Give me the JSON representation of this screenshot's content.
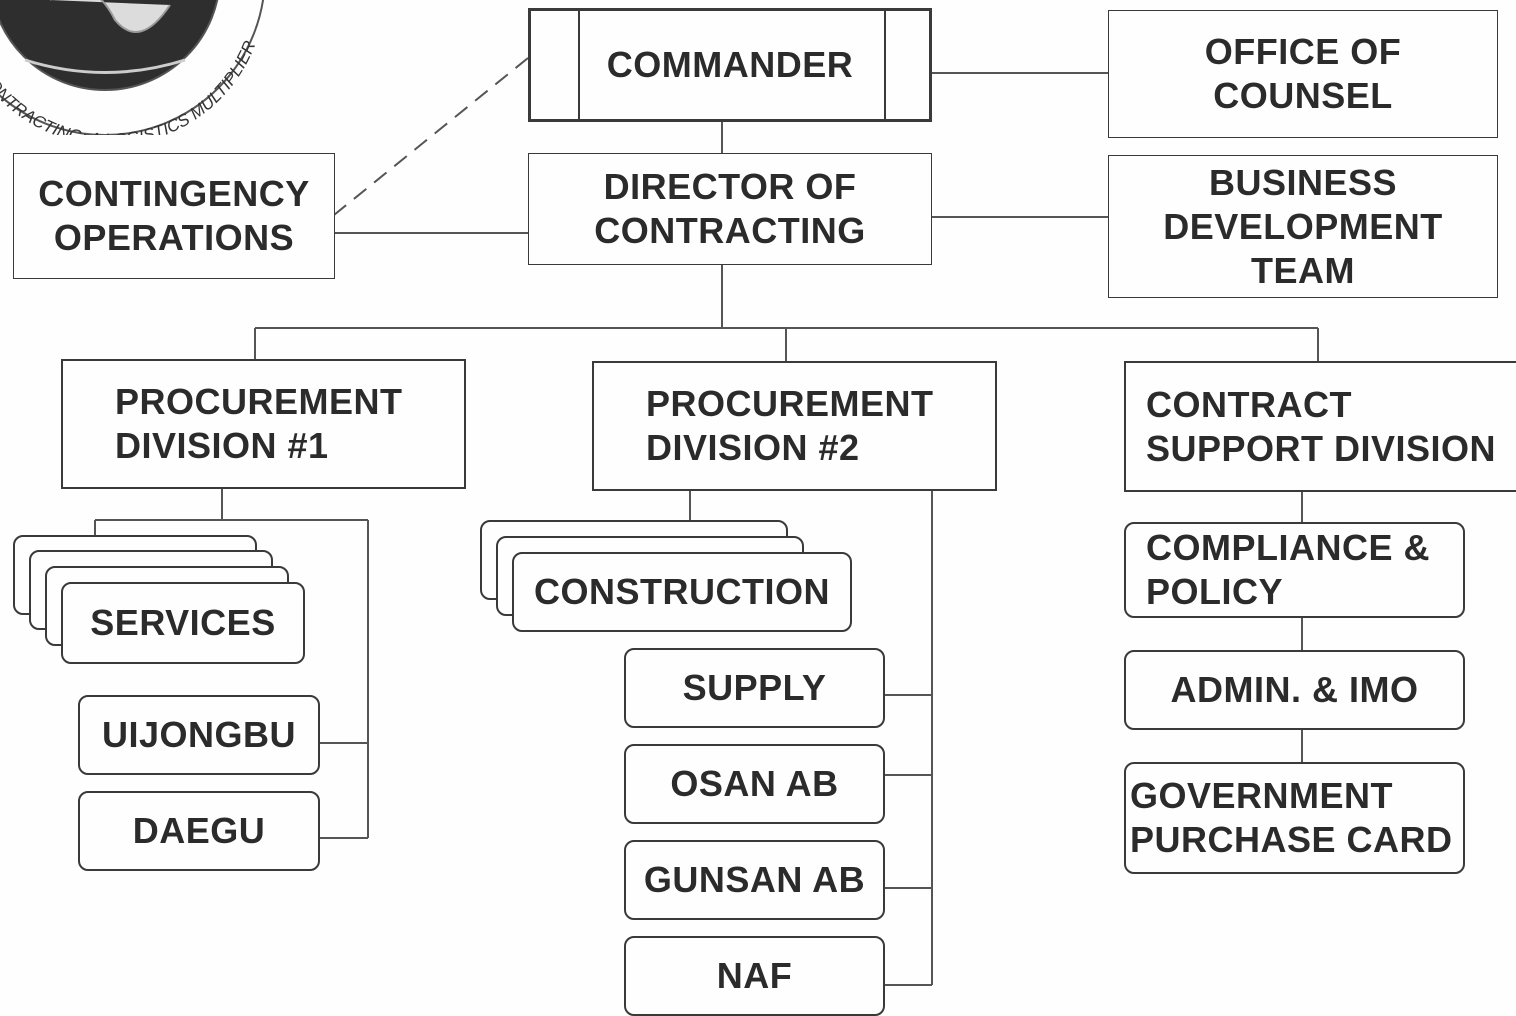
{
  "seal": {
    "motto": "CONTRACTING: A LOGISTICS MULTIPLIER"
  },
  "org": {
    "commander": "COMMANDER",
    "office_of_counsel": [
      "OFFICE OF",
      "COUNSEL"
    ],
    "director": [
      "DIRECTOR OF",
      "CONTRACTING"
    ],
    "contingency": [
      "CONTINGENCY",
      "OPERATIONS"
    ],
    "business_dev": [
      "BUSINESS",
      "DEVELOPMENT",
      "TEAM"
    ],
    "div1": {
      "title": [
        "PROCUREMENT",
        "DIVISION #1"
      ],
      "services": "SERVICES",
      "uijongbu": "UIJONGBU",
      "daegu": "DAEGU"
    },
    "div2": {
      "title": [
        "PROCUREMENT",
        "DIVISION #2"
      ],
      "construction": "CONSTRUCTION",
      "supply": "SUPPLY",
      "osan": "OSAN AB",
      "gunsan": "GUNSAN AB",
      "naf": "NAF"
    },
    "csd": {
      "title": [
        "CONTRACT",
        "SUPPORT DIVISION"
      ],
      "compliance": [
        "COMPLIANCE &",
        "POLICY"
      ],
      "admin": "ADMIN. & IMO",
      "gpc": [
        "GOVERNMENT",
        "PURCHASE CARD"
      ]
    }
  }
}
